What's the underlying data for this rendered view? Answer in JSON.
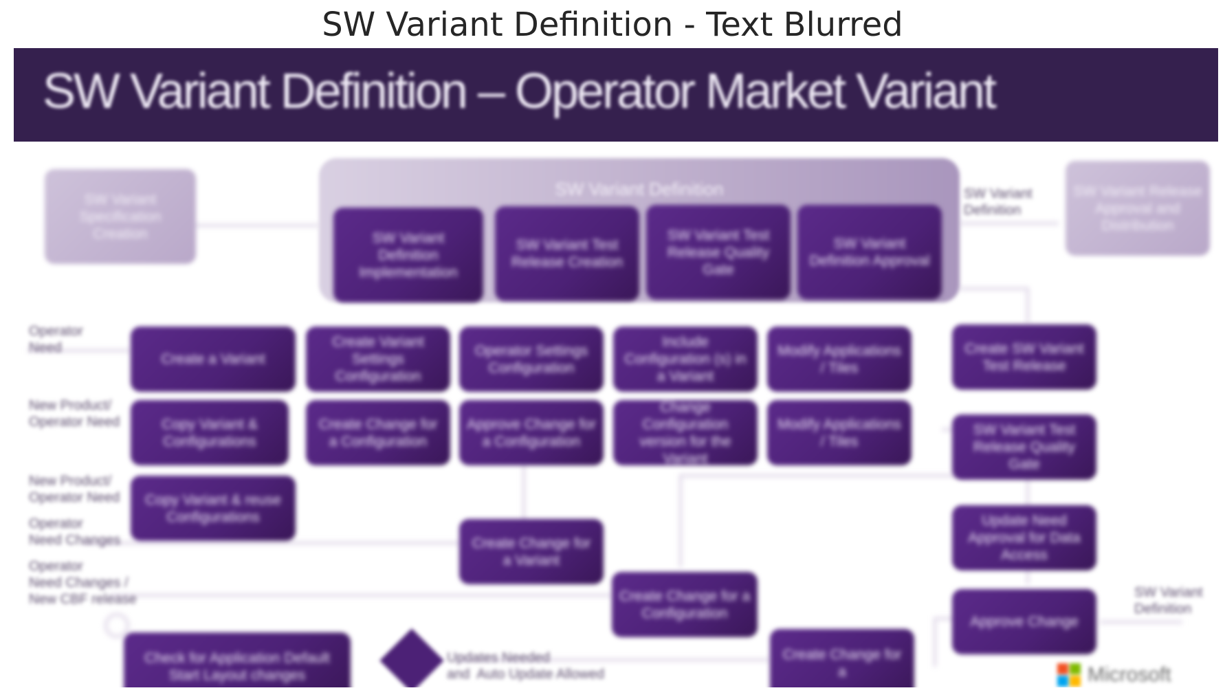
{
  "caption": "SW Variant Definition - Text Blurred",
  "slide": {
    "title": "SW Variant Definition – Operator Market Variant",
    "group_title": "SW Variant Definition",
    "side_boxes": {
      "left": "SW Variant Specification Creation",
      "right": "SW Variant Release Approval and Distribution"
    },
    "group_boxes": [
      "SW Variant Definition Implementation",
      "SW Variant Test Release Creation",
      "SW Variant Test Release Quality Gate",
      "SW Variant Definition Approval"
    ],
    "grid_row1": [
      "Create a Variant",
      "Create Variant Settings Configuration",
      "Operator Settings Configuration",
      "Include Configuration (s) in a Variant",
      "Modify Applications / Tiles"
    ],
    "grid_row2": [
      "Copy Variant & Configurations",
      "Create Change for a Configuration",
      "Approve Change for a Configuration",
      "Change Configuration version for the Variant",
      "Modify Applications / Tiles"
    ],
    "copy_reuse": "Copy Variant & reuse Configurations",
    "change_mid": "Create Change for a Variant",
    "change_low": "Create Change for a Configuration",
    "change_bottom": "Create Change for a",
    "check_box": "Check for Application Default Start Layout changes",
    "right_column": [
      "Create SW Variant Test Release",
      "SW Variant Test Release Quality Gate",
      "Update Need Approval for Data Access",
      "Approve Change"
    ],
    "labels": {
      "operator_need": "Operator\nNeed",
      "new_product_1": "New Product/\nOperator Need",
      "new_product_2": "New Product/\nOperator Need",
      "operator_need_change": "Operator\nNeed Changes",
      "operator_need_csf": "Operator\nNeed Changes /\nNew CBF release",
      "decision": "Updates Needed\nand  Auto Update Allowed",
      "right_top": "SW Variant\nDefinition",
      "right_bottom": "SW Variant\nDefinition"
    },
    "logo_word": "Microsoft",
    "colors": {
      "banner": "#35204e",
      "box": "#4c2176",
      "light_box": "#c3b4d2",
      "connector": "#d8d0e2"
    }
  }
}
